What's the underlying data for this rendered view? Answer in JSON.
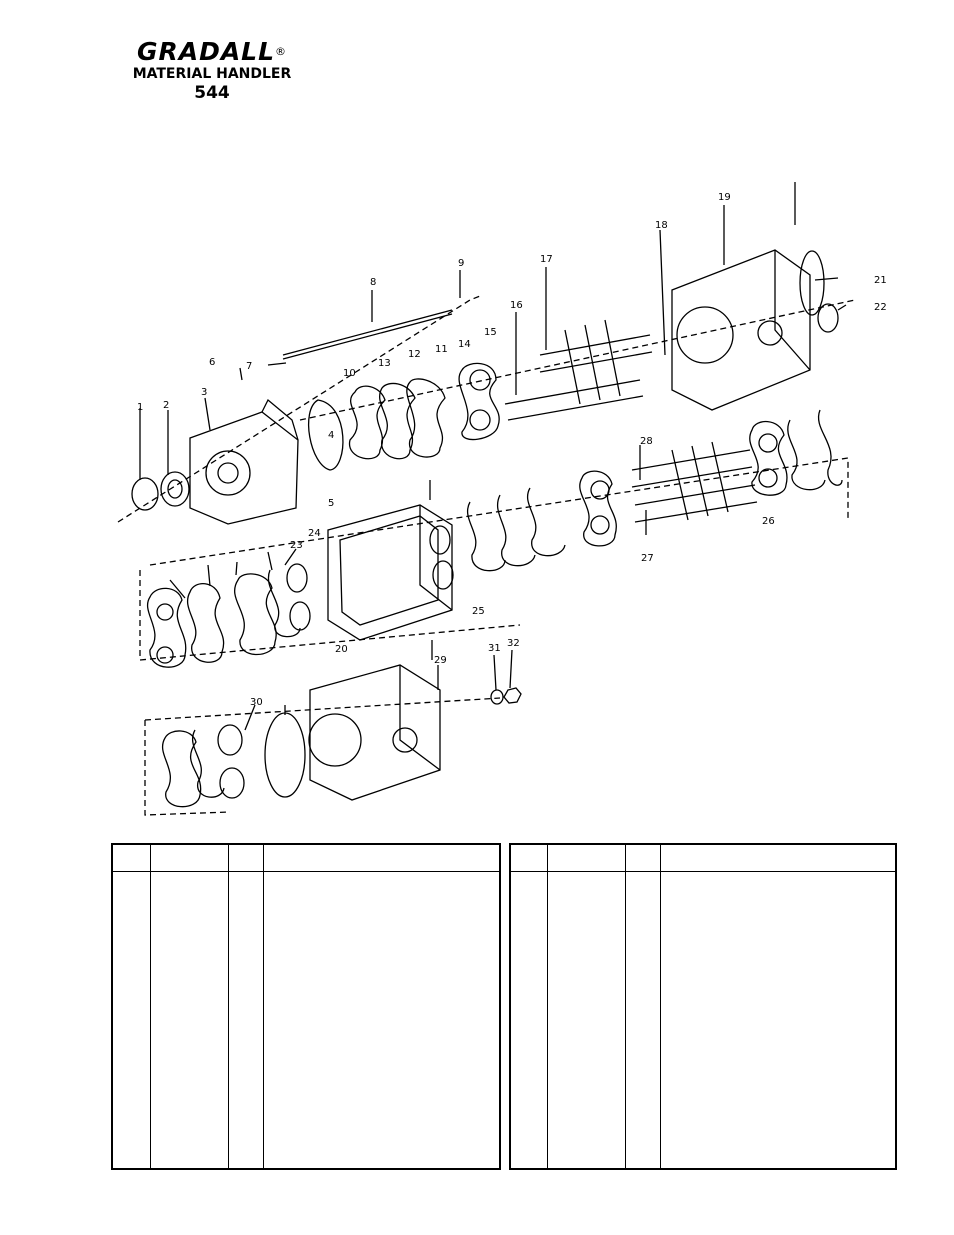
{
  "header": {
    "brand": "GRADALL",
    "registered_mark": "®",
    "subtitle": "MATERIAL HANDLER",
    "model": "544"
  },
  "diagram": {
    "callouts": [
      "1",
      "2",
      "3",
      "4",
      "5",
      "6",
      "7",
      "8",
      "9",
      "10",
      "11",
      "12",
      "13",
      "14",
      "15",
      "16",
      "17",
      "18",
      "19",
      "20",
      "21",
      "22",
      "23",
      "24",
      "25",
      "26",
      "27",
      "28",
      "29",
      "30",
      "31",
      "32"
    ]
  },
  "parts_tables": [
    {
      "columns": [
        "",
        "",
        "",
        ""
      ],
      "rows": []
    },
    {
      "columns": [
        "",
        "",
        "",
        ""
      ],
      "rows": []
    }
  ]
}
